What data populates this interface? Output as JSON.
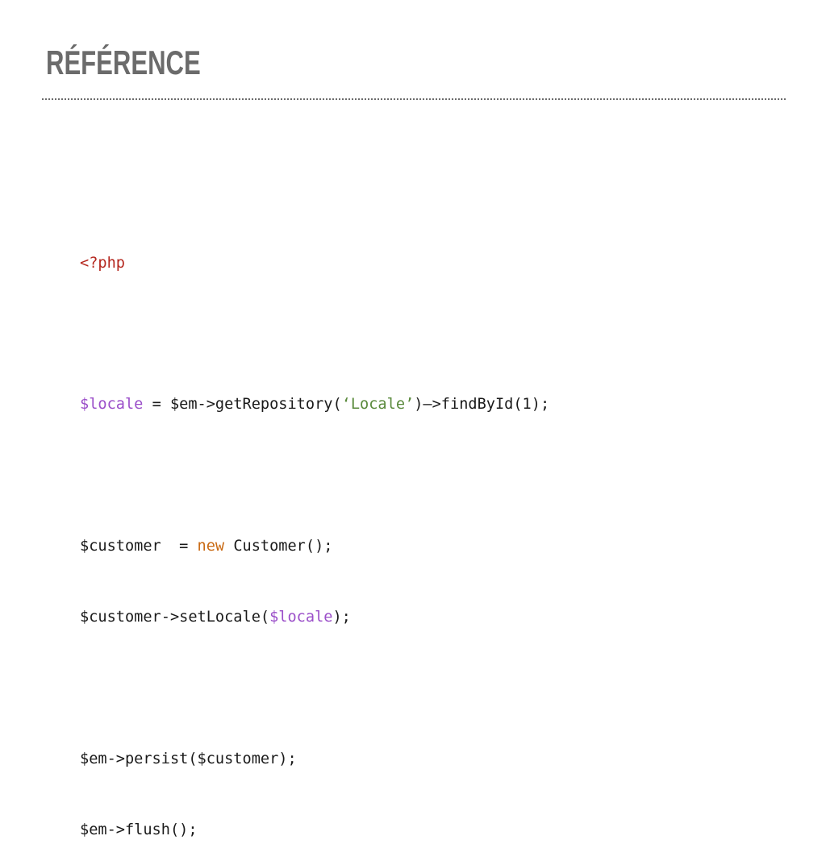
{
  "slide": {
    "title": "RÉFÉRENCE"
  },
  "code": {
    "line1": {
      "open_tag": "<?php"
    },
    "line3": {
      "var": "$locale",
      "mid": " = $em->getRepository(",
      "string": "‘Locale’",
      "end": ")—>findById(1);"
    },
    "line5": {
      "start": "$customer  = ",
      "keyword": "new",
      "end": " Customer();"
    },
    "line6": {
      "start": "$customer->setLocale(",
      "var": "$locale",
      "end": ");"
    },
    "line8": {
      "text": "$em->persist($customer);"
    },
    "line9": {
      "text": "$em->flush();"
    }
  },
  "colors": {
    "title": "#6b6b6b",
    "php_tag": "#b5281f",
    "variable": "#9b4fc9",
    "keyword": "#c96a14",
    "string": "#5a8a3c",
    "text": "#1a1a1a"
  }
}
